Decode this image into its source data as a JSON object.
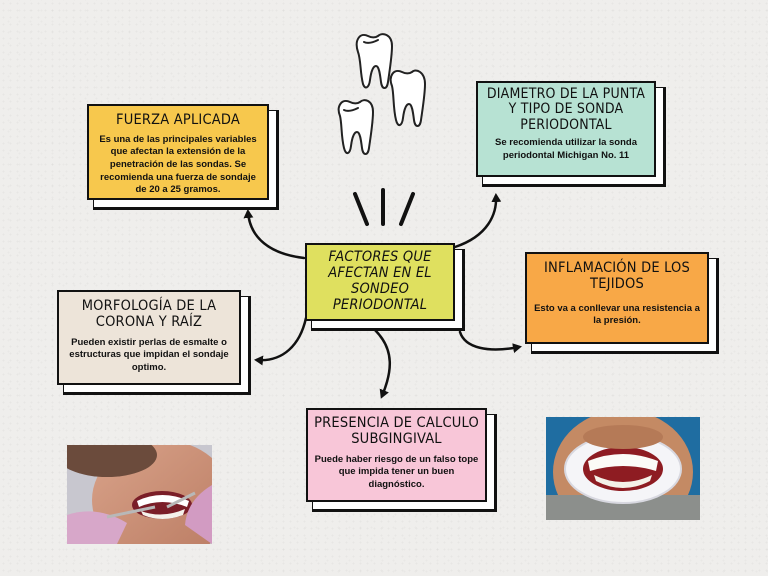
{
  "center": {
    "title": "FACTORES QUE AFECTAN EN EL SONDEO PERIODONTAL"
  },
  "cards": {
    "fuerza": {
      "title": "FUERZA APLICADA",
      "body": "Es una de las principales variables que afectan la extensión de la penetración de las sondas. Se recomienda una fuerza de sondaje de 20 a 25 gramos."
    },
    "diametro": {
      "title": "DIAMETRO DE LA PUNTA Y TIPO DE SONDA PERIODONTAL",
      "body": "Se recomienda utilizar la sonda periodontal Michigan No. 11"
    },
    "inflamacion": {
      "title": "INFLAMACIÓN DE LOS TEJIDOS",
      "body": "Esto va a conllevar una resistencia a la presión."
    },
    "morfologia": {
      "title": "MORFOLOGÍA DE LA CORONA Y RAÍZ",
      "body": "Pueden existir perlas de esmalte o estructuras que impidan el sondaje optimo."
    },
    "calculo": {
      "title": "PRESENCIA DE CALCULO SUBGINGIVAL",
      "body": "Puede haber riesgo de un falso tope que impida tener un buen diagnóstico."
    }
  },
  "colors": {
    "center": "#dfe05f",
    "fuerza": "#f7c84d",
    "diametro": "#b7e2d3",
    "inflamacion": "#f8a847",
    "morfologia": "#ede4d9",
    "calculo": "#f8c6d8"
  },
  "icons": [
    "teeth-icon",
    "emphasis-lines-icon",
    "dental-exam-photo",
    "cheek-retractor-photo"
  ]
}
